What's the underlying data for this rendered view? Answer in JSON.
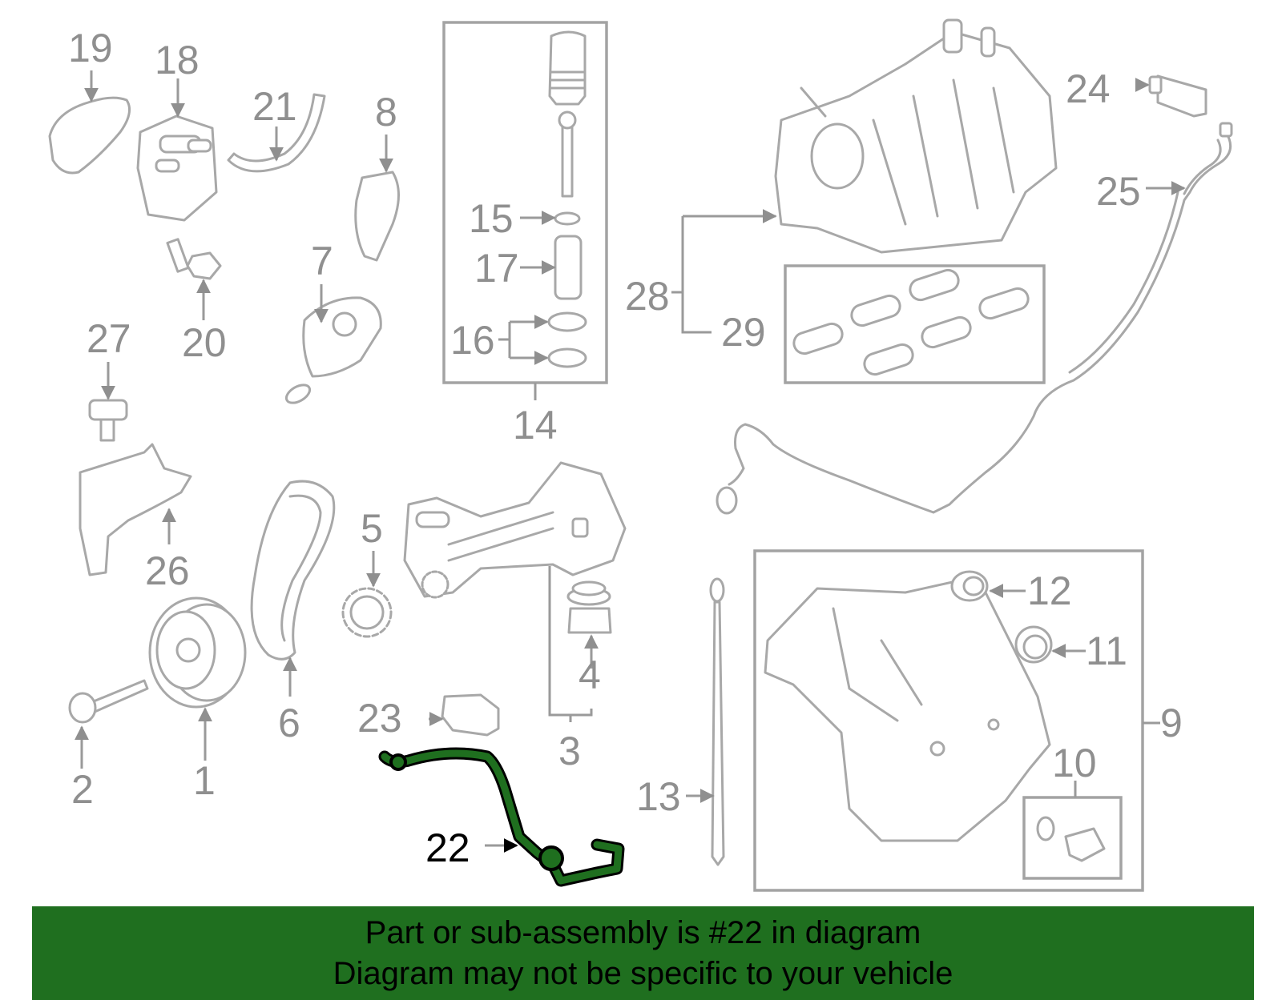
{
  "labels": {
    "p1": "1",
    "p2": "2",
    "p3": "3",
    "p4": "4",
    "p5": "5",
    "p6": "6",
    "p7": "7",
    "p8": "8",
    "p9": "9",
    "p10": "10",
    "p11": "11",
    "p12": "12",
    "p13": "13",
    "p14": "14",
    "p15": "15",
    "p16": "16",
    "p17": "17",
    "p18": "18",
    "p19": "19",
    "p20": "20",
    "p21": "21",
    "p22": "22",
    "p23": "23",
    "p24": "24",
    "p25": "25",
    "p26": "26",
    "p27": "27",
    "p28": "28",
    "p29": "29"
  },
  "highlight": {
    "part": "22",
    "color": "#1f6f1f"
  },
  "banner": {
    "line1": "Part or sub-assembly is #22 in diagram",
    "line2": "Diagram may not be specific to your vehicle"
  }
}
